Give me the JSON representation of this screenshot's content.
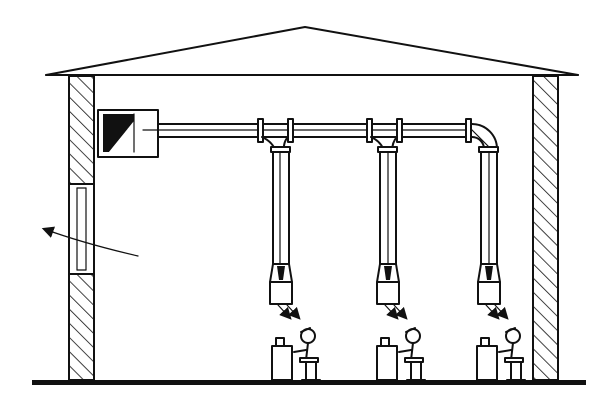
{
  "diagram": {
    "description_text": "",
    "elements": {
      "building": "building-outline",
      "fan_unit": "exhaust-fan-unit",
      "duct": "overhead-duct",
      "drops": [
        "duct-drop-1",
        "duct-drop-2",
        "duct-drop-3"
      ],
      "workstations": [
        "workstation-1",
        "workstation-2",
        "workstation-3"
      ],
      "window": "wall-window",
      "airflow_arrow": "outflow-arrow"
    },
    "drop_count": 3,
    "workstation_count": 3
  }
}
